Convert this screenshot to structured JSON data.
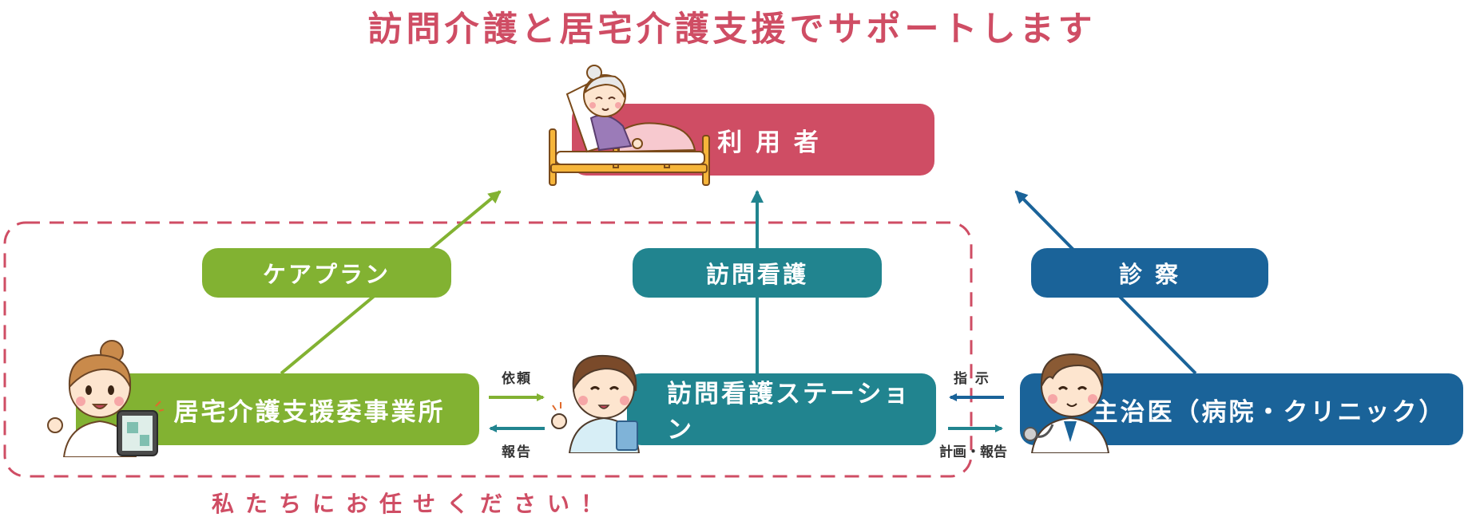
{
  "title": "訪問介護と居宅介護支援でサポートします",
  "nodes": {
    "user": "利 用 者",
    "care_office": "居宅介護支援委事業所",
    "station": "訪問看護ステーション",
    "doctor": "主治医（病院・クリニック）"
  },
  "labels": {
    "care_plan": "ケアプラン",
    "visiting_nursing": "訪問看護",
    "examination": "診 察"
  },
  "arrows": {
    "request": "依頼",
    "report": "報告",
    "instruction": "指 示",
    "plan_report": "計画・報告"
  },
  "footer": "私たちにお任せください！",
  "icons": {
    "user": "elderly-in-bed-icon",
    "care_office": "care-manager-with-tablet-icon",
    "station": "nurse-icon",
    "doctor": "doctor-with-stethoscope-icon"
  },
  "colors": {
    "pink": "#cf4d64",
    "green": "#82b232",
    "teal": "#21848f",
    "blue": "#1a6399"
  }
}
